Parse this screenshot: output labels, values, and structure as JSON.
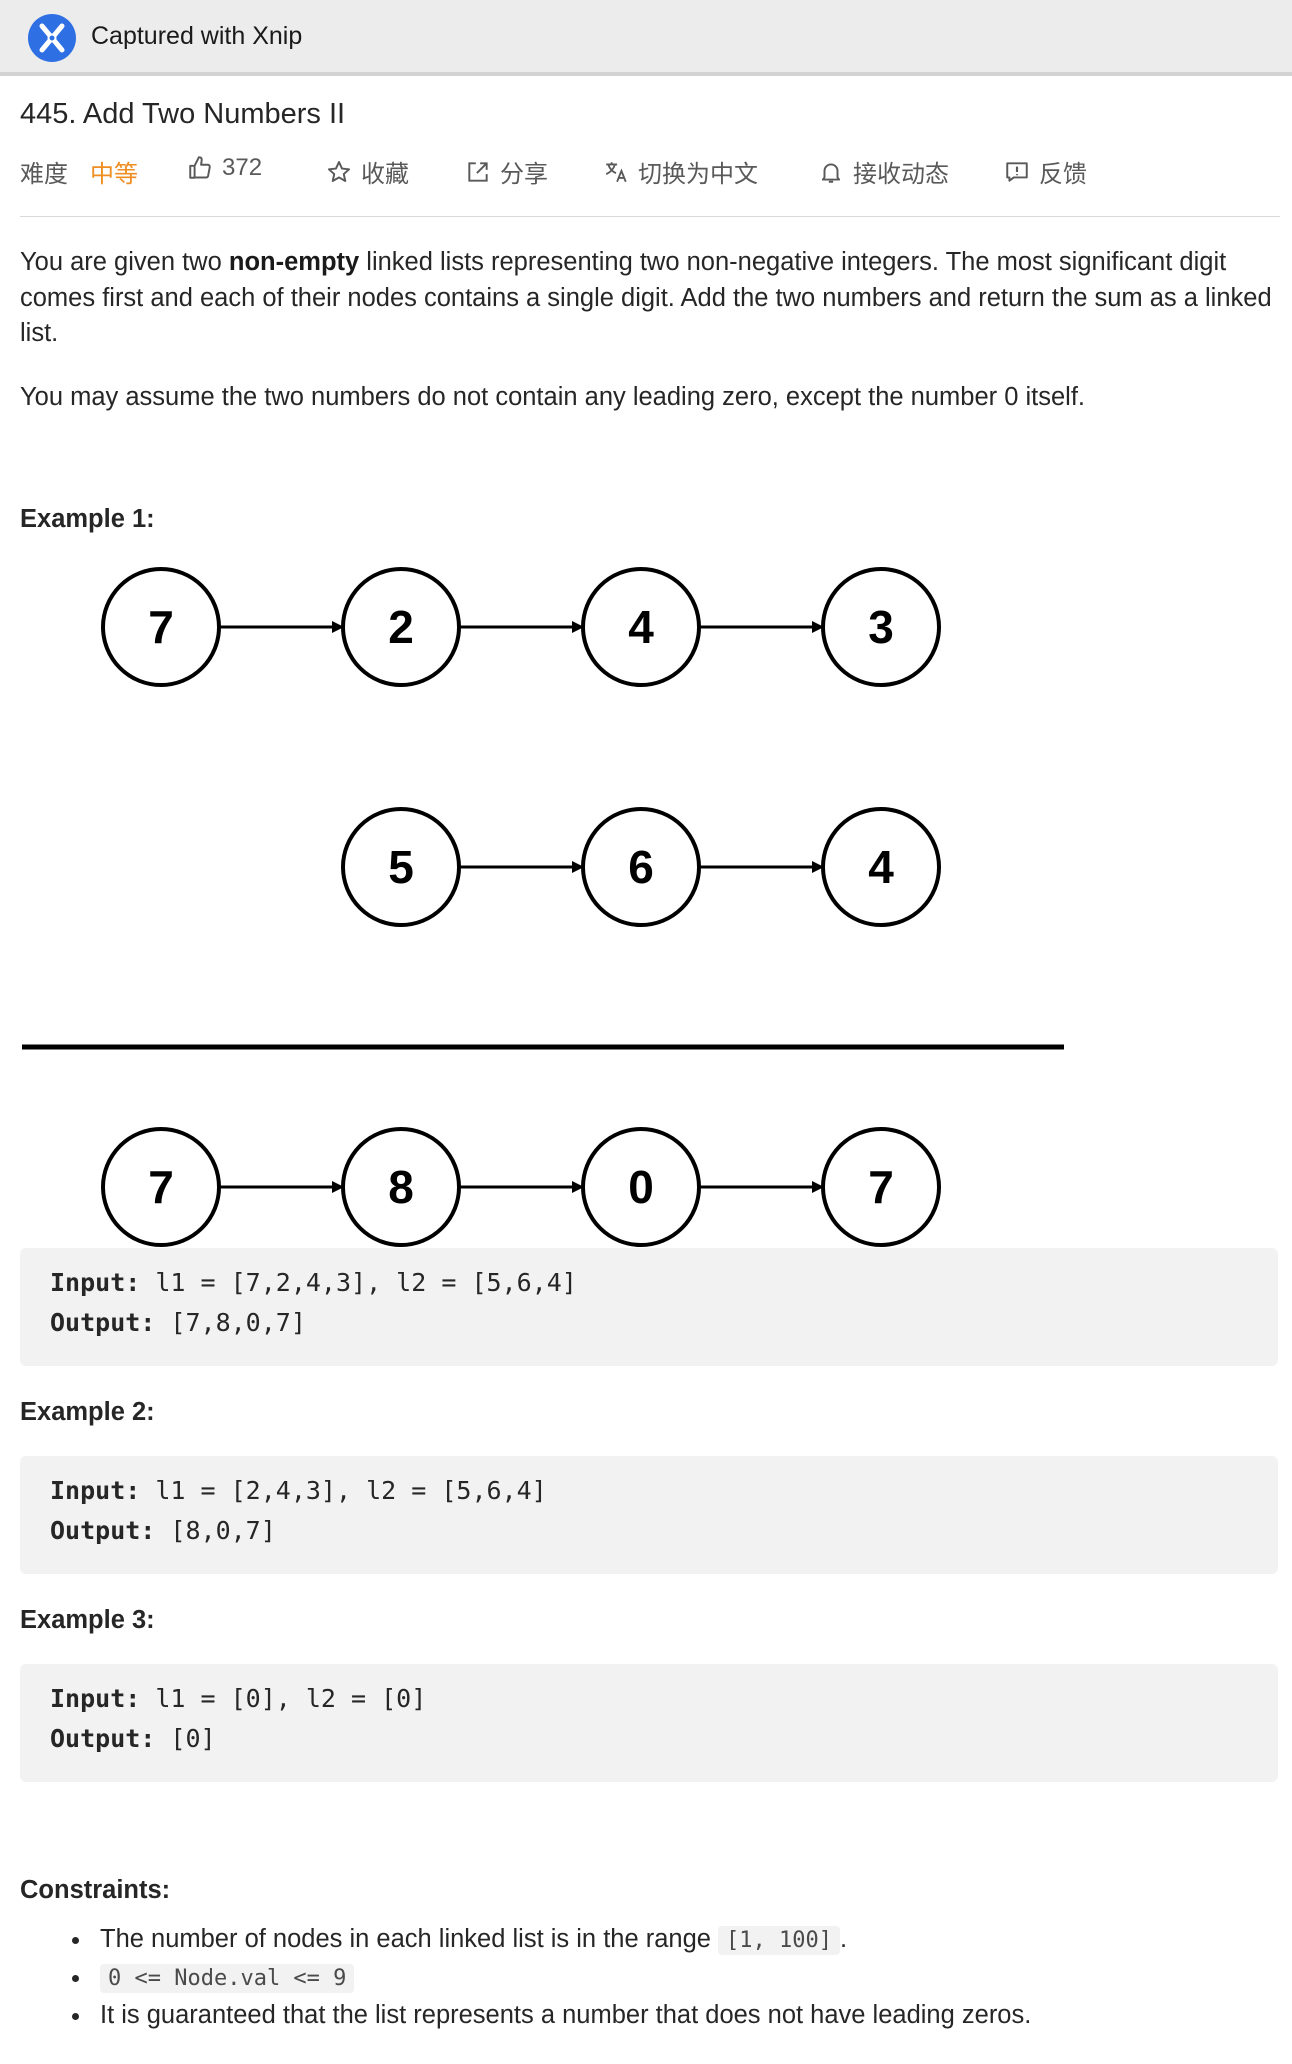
{
  "capture_bar": {
    "title": "Captured with Xnip"
  },
  "problem": {
    "title": "445. Add Two Numbers II",
    "difficulty_label": "难度",
    "difficulty_value": "中等",
    "likes": "372",
    "actions": {
      "favorite": "收藏",
      "share": "分享",
      "translate": "切换为中文",
      "subscribe": "接收动态",
      "feedback": "反馈"
    },
    "colors": {
      "difficulty": "#ef8e22"
    }
  },
  "description": {
    "p1_before": "You are given two ",
    "p1_bold": "non-empty",
    "p1_after": " linked lists representing two non-negative integers. The most significant digit comes first and each of their nodes contains a single digit. Add the two numbers and return the sum as a linked list.",
    "p2": "You may assume the two numbers do not contain any leading zero, except the number 0 itself."
  },
  "diagram": {
    "row1": [
      "7",
      "2",
      "4",
      "3"
    ],
    "row2": [
      "5",
      "6",
      "4"
    ],
    "row3": [
      "7",
      "8",
      "0",
      "7"
    ]
  },
  "examples": [
    {
      "title": "Example 1:",
      "input_label": "Input:",
      "input": " l1 = [7,2,4,3], l2 = [5,6,4]",
      "output_label": "Output:",
      "output": " [7,8,0,7]"
    },
    {
      "title": "Example 2:",
      "input_label": "Input:",
      "input": " l1 = [2,4,3], l2 = [5,6,4]",
      "output_label": "Output:",
      "output": " [8,0,7]"
    },
    {
      "title": "Example 3:",
      "input_label": "Input:",
      "input": " l1 = [0], l2 = [0]",
      "output_label": "Output:",
      "output": " [0]"
    }
  ],
  "constraints": {
    "title": "Constraints:",
    "c1_text": "The number of nodes in each linked list is in the range ",
    "c1_code": "[1, 100]",
    "c1_end": ".",
    "c2_code": "0 <= Node.val <= 9",
    "c3_text": "It is guaranteed that the list represents a number that does not have leading zeros."
  }
}
